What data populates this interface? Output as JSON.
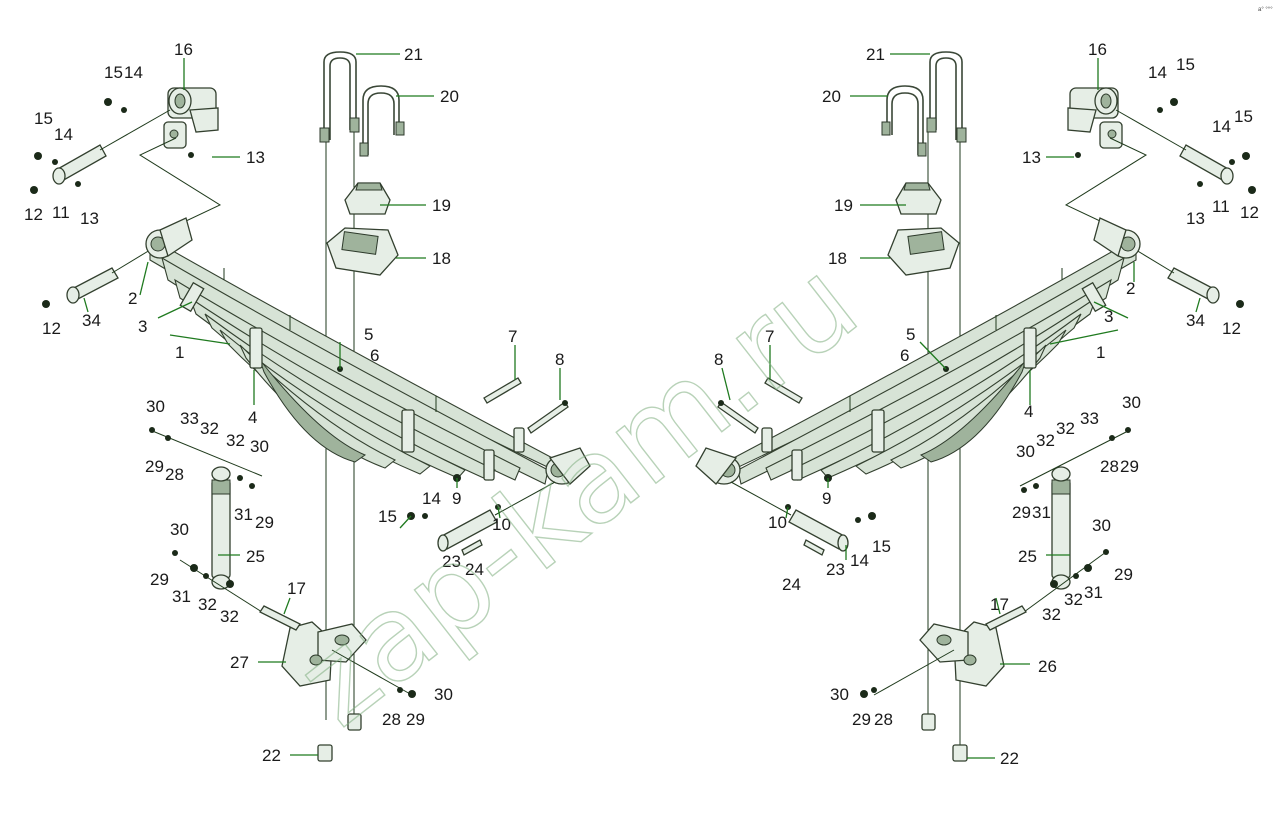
{
  "corner_mark": "a° °°°",
  "watermark": "zap-kam.ru",
  "left_labels": [
    "16",
    "15",
    "14",
    "15",
    "14",
    "13",
    "12",
    "11",
    "13",
    "2",
    "12",
    "34",
    "3",
    "1",
    "4",
    "21",
    "20",
    "19",
    "18",
    "5",
    "6",
    "7",
    "8",
    "9",
    "30",
    "33",
    "32",
    "32",
    "30",
    "29",
    "28",
    "31",
    "29",
    "25",
    "30",
    "29",
    "31",
    "32",
    "32",
    "15",
    "14",
    "10",
    "23",
    "24",
    "17",
    "27",
    "30",
    "28",
    "29",
    "22"
  ],
  "right_labels": [
    "21",
    "20",
    "16",
    "14",
    "15",
    "19",
    "13",
    "14",
    "15",
    "18",
    "11",
    "13",
    "12",
    "2",
    "34",
    "12",
    "3",
    "5",
    "6",
    "7",
    "8",
    "1",
    "4",
    "9",
    "30",
    "33",
    "32",
    "30",
    "32",
    "28",
    "29",
    "29",
    "31",
    "10",
    "15",
    "14",
    "23",
    "24",
    "25",
    "30",
    "29",
    "31",
    "32",
    "32",
    "17",
    "26",
    "30",
    "29",
    "28",
    "22"
  ]
}
